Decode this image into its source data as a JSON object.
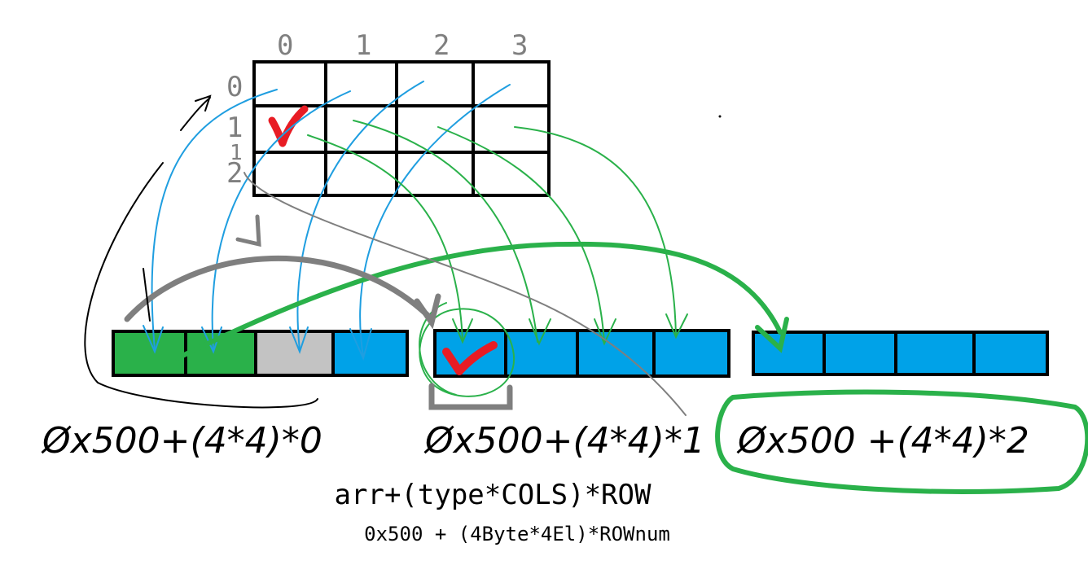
{
  "grid": {
    "col_labels": [
      "0",
      "1",
      "2",
      "3"
    ],
    "row_labels": [
      "0",
      "1",
      "2"
    ],
    "row_label_correction": "1",
    "checkmark_cell": [
      1,
      0
    ]
  },
  "memory_rows": [
    {
      "cells": 4,
      "colors": [
        "#2ab14a",
        "#2ab14a",
        "#c3c3c3",
        "#00a2e8"
      ],
      "checkmark_cell": null
    },
    {
      "cells": 4,
      "colors": [
        "#00a2e8",
        "#00a2e8",
        "#00a2e8",
        "#00a2e8"
      ],
      "checkmark_cell": 0
    },
    {
      "cells": 4,
      "colors": [
        "#00a2e8",
        "#00a2e8",
        "#00a2e8",
        "#00a2e8"
      ],
      "checkmark_cell": null
    }
  ],
  "addresses": [
    {
      "text": "Øx500+(4*4)*0"
    },
    {
      "text": "Øx500+(4*4)*1"
    },
    {
      "text": "Øx500 +(4*4)*2"
    }
  ],
  "formula": {
    "main": "arr+(type*COLS)*ROW",
    "sub": "0x500 + (4Byte*4El)*ROWnum"
  },
  "colors": {
    "blue_arrow": "#1f9ee0",
    "green_arrow": "#2ab14a",
    "gray_arrow": "#7f7f7f",
    "check": "#e81c24",
    "grid_line": "#000000",
    "label_gray": "#7f7f7f"
  }
}
